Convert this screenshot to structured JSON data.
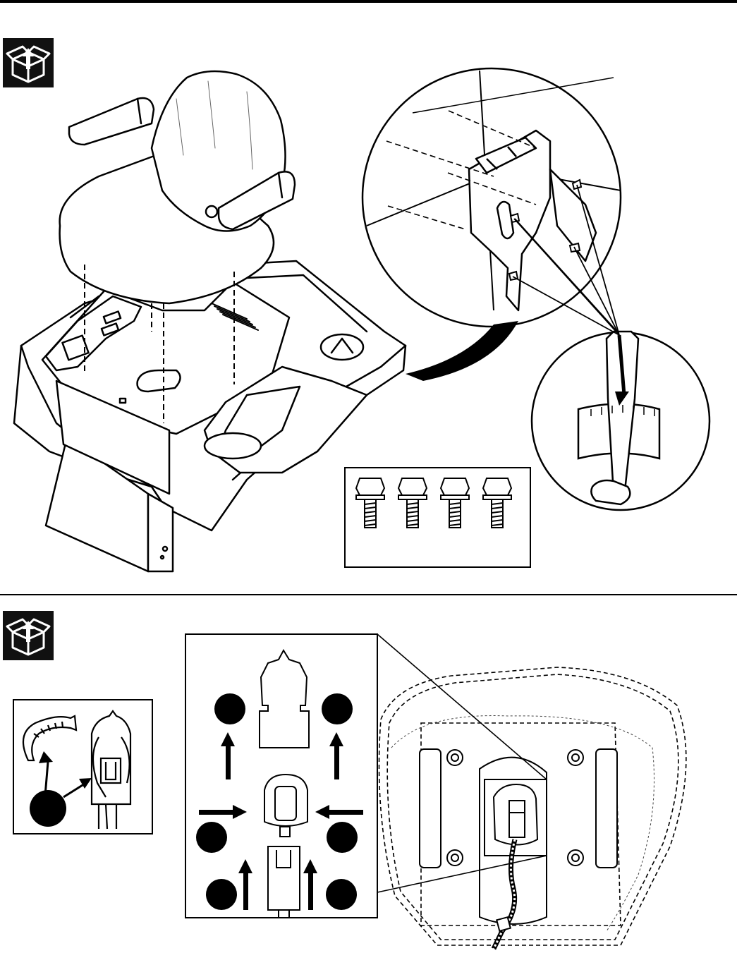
{
  "document": {
    "sections": [
      {
        "id": "seat-installation",
        "icon": "box-unpack-icon"
      },
      {
        "id": "wiring-connection",
        "icon": "box-unpack-icon"
      }
    ],
    "hardware": {
      "bolt_count": 4,
      "icon": "flange-bolt-icon"
    },
    "callout_markers": 7
  }
}
